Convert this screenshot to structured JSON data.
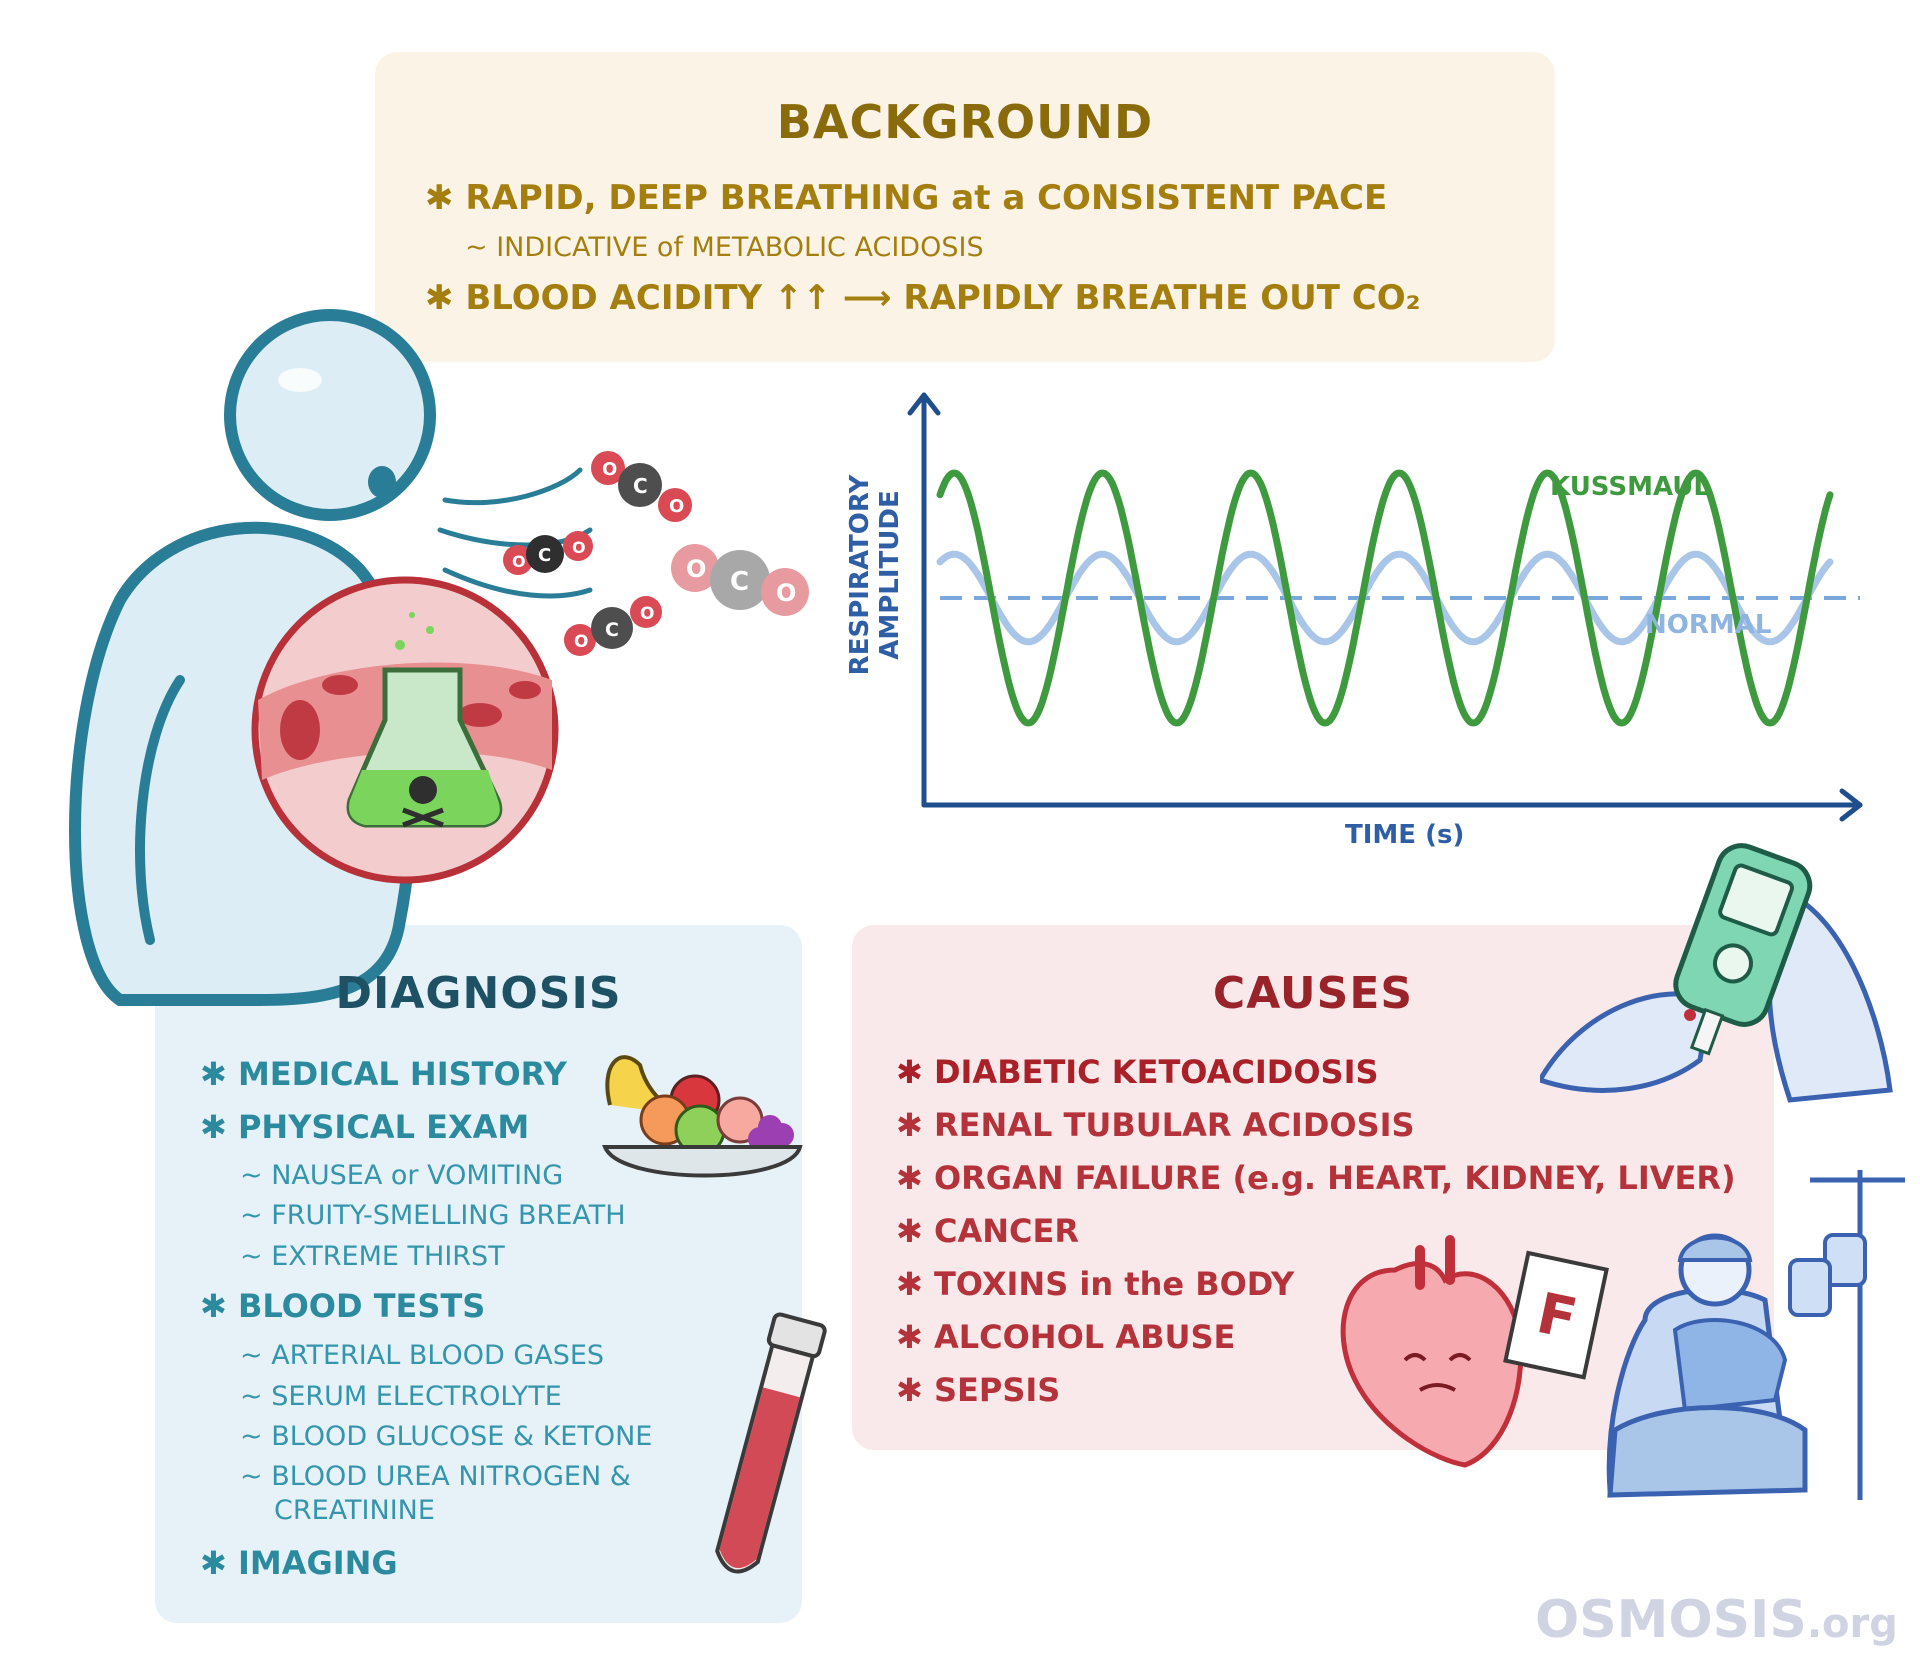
{
  "background": {
    "title": "BACKGROUND",
    "point1": "✱ RAPID, DEEP BREATHING at a CONSISTENT PACE",
    "point1_sub": "~ INDICATIVE of METABOLIC ACIDOSIS",
    "point2": "✱ BLOOD ACIDITY ↑↑ ⟶ RAPIDLY BREATHE OUT CO₂"
  },
  "molecule_labels": {
    "oxygen": "O",
    "carbon": "C"
  },
  "chart": {
    "ylabel_line1": "RESPIRATORY",
    "ylabel_line2": "AMPLITUDE",
    "xlabel": "TIME (s)",
    "kussmaul_label": "KUSSMAUL",
    "normal_label": "NORMAL"
  },
  "chart_data": {
    "type": "line",
    "xlabel": "TIME (s)",
    "ylabel": "RESPIRATORY AMPLITUDE",
    "grid": false,
    "cycles": 6,
    "series": [
      {
        "name": "KUSSMAUL",
        "amplitude": 1.0,
        "color": "#3f9a3f"
      },
      {
        "name": "NORMAL",
        "amplitude": 0.35,
        "color": "#a9c6e8"
      }
    ],
    "baseline_color": "#7aa7dc",
    "axis_color": "#1f4e8c"
  },
  "diagnosis": {
    "title": "DIAGNOSIS",
    "items": [
      "✱ MEDICAL HISTORY",
      "✱ PHYSICAL EXAM",
      "~ NAUSEA or VOMITING",
      "~ FRUITY-SMELLING BREATH",
      "~ EXTREME THIRST",
      "✱ BLOOD TESTS",
      "~ ARTERIAL BLOOD GASES",
      "~ SERUM ELECTROLYTE",
      "~ BLOOD GLUCOSE & KETONE",
      "~ BLOOD UREA NITROGEN &",
      "CREATININE",
      "✱ IMAGING"
    ]
  },
  "causes": {
    "title": "CAUSES",
    "items": [
      "✱ DIABETIC KETOACIDOSIS",
      "✱ RENAL TUBULAR ACIDOSIS",
      "✱ ORGAN FAILURE (e.g. HEART, KIDNEY, LIVER)",
      "✱ CANCER",
      "✱ TOXINS in the BODY",
      "✱ ALCOHOL ABUSE",
      "✱ SEPSIS"
    ]
  },
  "heart_note": "F",
  "logo": {
    "text": "OSMOSIS",
    "suffix": ".org"
  },
  "colors": {
    "background_panel": "#fbf4e6",
    "diagnosis_panel": "#e6f2f8",
    "causes_panel": "#fae9ea",
    "person_outline": "#2a7d96",
    "person_fill": "#dcedf6",
    "blood_vessel": "#c0393f"
  }
}
